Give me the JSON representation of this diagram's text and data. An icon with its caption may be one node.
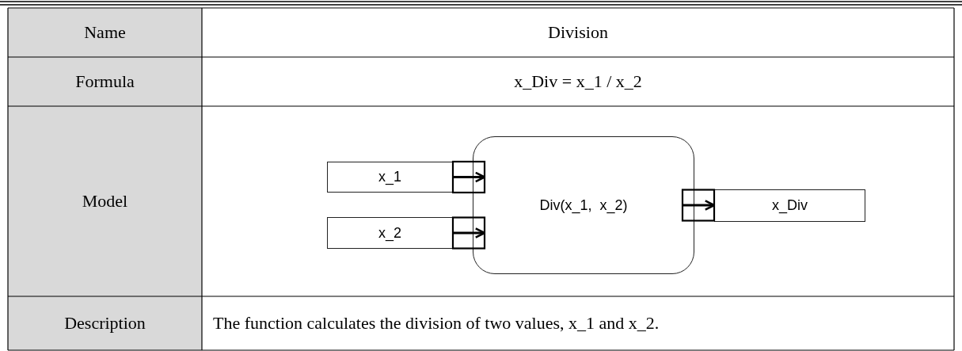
{
  "diagram": {
    "nodes": [
      {
        "text": [
          "x_1"
        ]
      },
      {
        "text": [
          "x_2"
        ]
      },
      {
        "text": [
          "Div(x_1,  x_2)"
        ]
      },
      {
        "text": [
          "x_Div"
        ]
      }
    ],
    "edges": [
      {
        "from": 0,
        "to": 2,
        "arrow": "to"
      },
      {
        "from": 1,
        "to": 2,
        "arrow": "to"
      },
      {
        "from": 2,
        "to": 3,
        "arrow": "to"
      }
    ],
    "labels": [
      "Name",
      "Division",
      "Formula",
      "x_Div = x_1 / x_2",
      "Model",
      "Description",
      "The function calculates the division of two values, x_1 and x_2."
    ]
  }
}
